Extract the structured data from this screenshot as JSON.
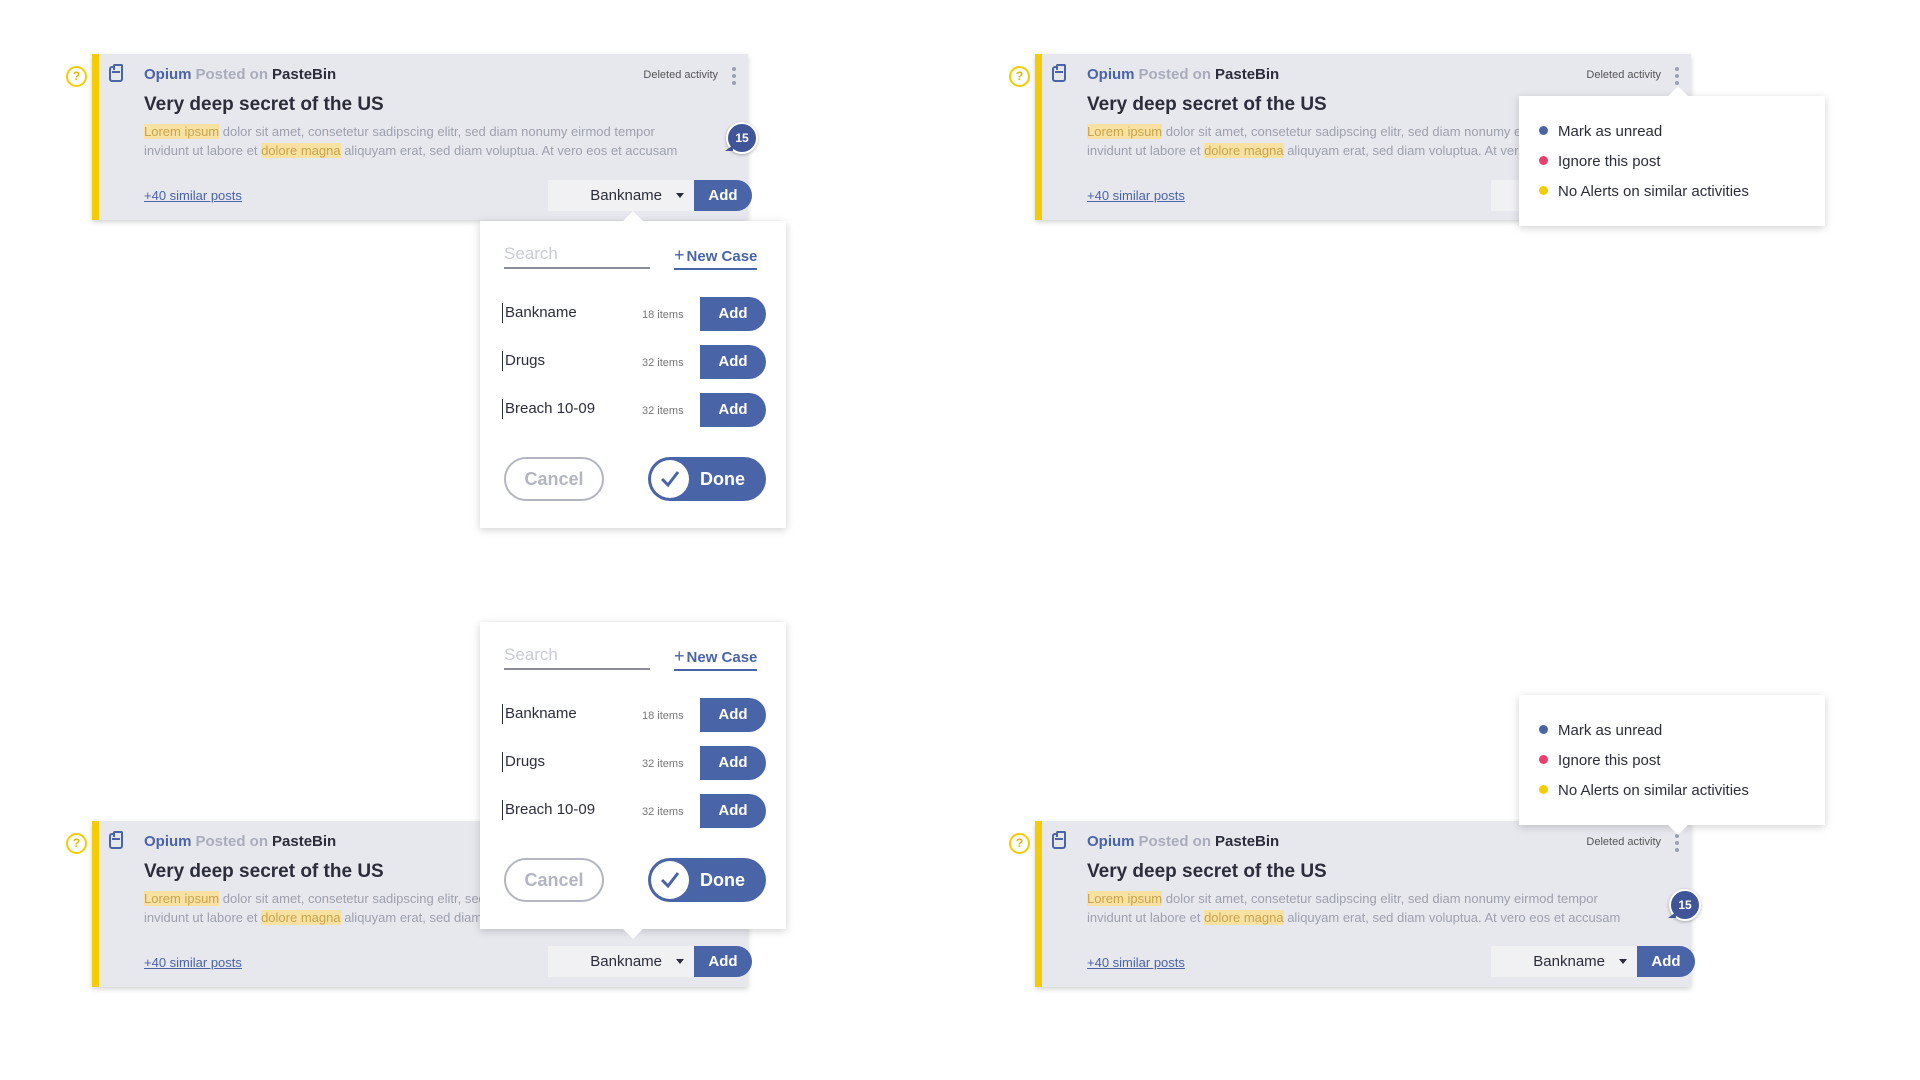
{
  "card": {
    "author": "Opium",
    "posted": "Posted on",
    "source": "PasteBin",
    "status": "Deleted activity",
    "title": "Very deep secret of the US",
    "body": {
      "hl1": "Lorem ipsum",
      "t1": " dolor sit amet, consetetur sadipscing elitr, sed diam nonumy eirmod tempor invidunt ut labore et ",
      "hl2": "dolore magna",
      "t2": " aliquyam erat, sed diam voluptua. At vero eos et accusam"
    },
    "similar": "+40 similar posts",
    "comments": "15",
    "case_select": "Bankname",
    "add": "Add",
    "help": "?"
  },
  "case_panel": {
    "search_placeholder": "Search",
    "new_case_plus": "+",
    "new_case": "New Case",
    "cases": [
      {
        "name": "Bankname",
        "count": "18 items",
        "add": "Add"
      },
      {
        "name": "Drugs",
        "count": "32  items",
        "add": "Add"
      },
      {
        "name": "Breach 10-09",
        "count": "32  items",
        "add": "Add"
      }
    ],
    "cancel": "Cancel",
    "done": "Done"
  },
  "menu": {
    "items": [
      {
        "label": "Mark as unread",
        "color": "#4a64a8"
      },
      {
        "label": "Ignore this post",
        "color": "#ee3f6c"
      },
      {
        "label": "No Alerts on similar activities",
        "color": "#f5cc00"
      }
    ]
  },
  "colors": {
    "accent": "#4a64a8",
    "stripe": "#f5cc00",
    "card_bg": "#e7e7ee"
  }
}
